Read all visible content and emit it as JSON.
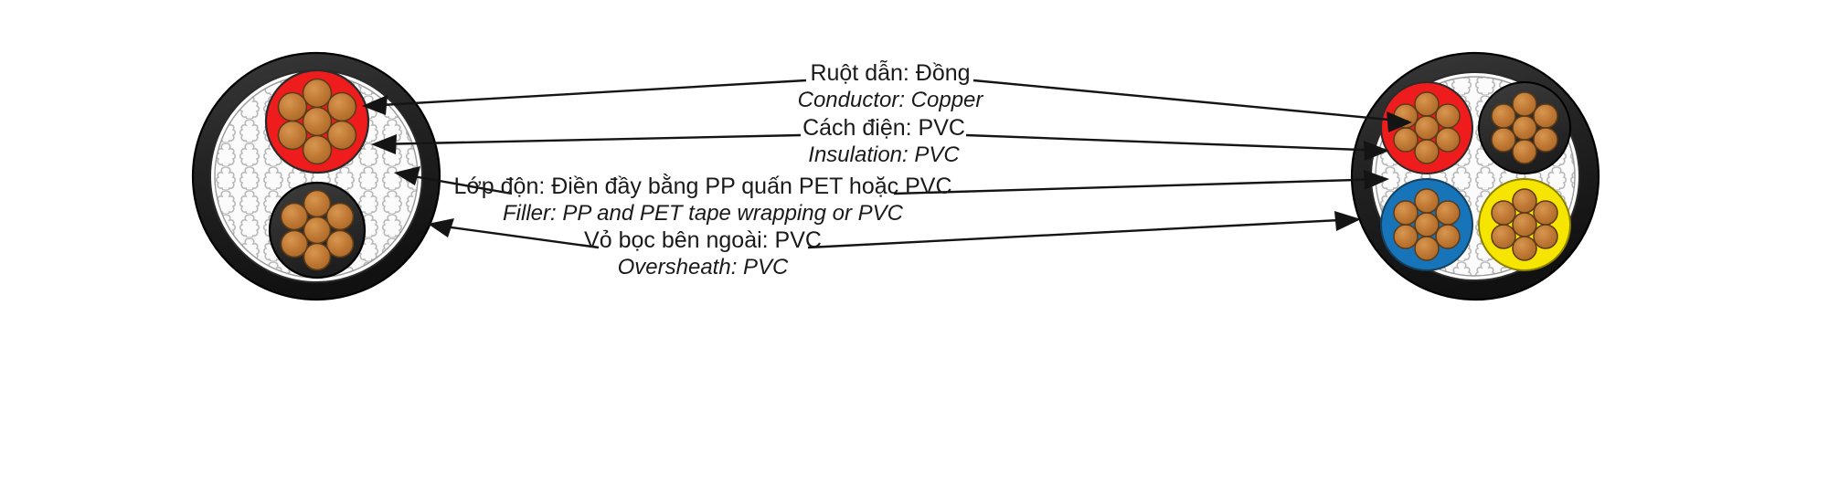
{
  "diagram": {
    "title": "Cable cross-section construction diagram",
    "background_color": "#ffffff",
    "labels": [
      {
        "id": "conductor",
        "vi": "Ruột dẫn: Đồng",
        "en": "Conductor: Copper"
      },
      {
        "id": "insulation",
        "vi": "Cách điện: PVC",
        "en": "Insulation: PVC"
      },
      {
        "id": "filler",
        "vi": "Lớp độn: Điền đầy bằng PP quấn PET hoặc PVC",
        "en": "Filler: PP and PET tape wrapping or PVC"
      },
      {
        "id": "oversheath",
        "vi": "Vỏ bọc bên ngoài: PVC",
        "en": "Oversheath: PVC"
      }
    ],
    "cables": [
      {
        "id": "left-cable",
        "name": "two-core-cable",
        "core_count": 2,
        "strands_per_core": 7,
        "core_colors": [
          "#ee1c1c",
          "#2b2b2b"
        ],
        "sheath_color": "#2b2b2b",
        "filler_color": "#f2f2f2",
        "conductor_color": "#c17a35"
      },
      {
        "id": "right-cable",
        "name": "four-core-cable",
        "core_count": 4,
        "strands_per_core": 7,
        "core_colors": [
          "#ee1c1c",
          "#2b2b2b",
          "#1874b8",
          "#f6e500"
        ],
        "sheath_color": "#2b2b2b",
        "filler_color": "#f2f2f2",
        "conductor_color": "#c17a35"
      }
    ],
    "colors": {
      "red": "#ee1c1c",
      "black": "#2b2b2b",
      "blue": "#1874b8",
      "yellow": "#f6e500",
      "copper": "#c17a35",
      "copper_stroke": "#5d3a18",
      "sheath_outer": "#1f1f1f",
      "filler_light": "#f4f4f4",
      "text": "#1a1a1a"
    }
  }
}
